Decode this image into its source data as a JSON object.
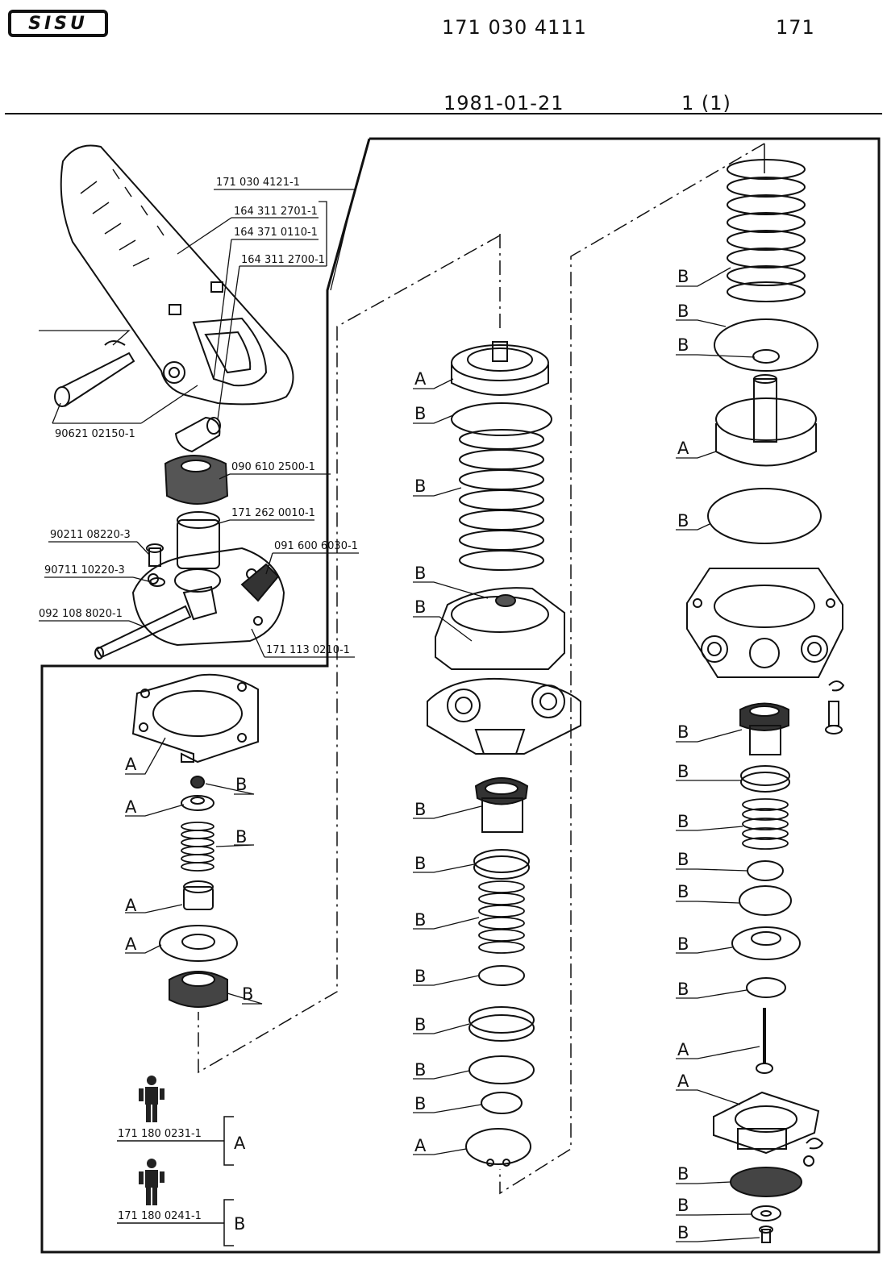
{
  "header": {
    "logo_text": "SISU",
    "doc_number": "171 030 4111",
    "group_code": "171",
    "date": "1981-01-21",
    "page": "1 (1)"
  },
  "part_numbers": {
    "p1": "171 030 4121-1",
    "p2": "164 311 2701-1",
    "p3": "164 371 0110-1",
    "p4": "164 311 2700-1",
    "p5": "90621 02150-1",
    "p6": "090 610 2500-1",
    "p7": "171 262 0010-1",
    "p8": "90211 08220-3",
    "p9": "091 600 6030-1",
    "p10": "90711 10220-3",
    "p11": "092 108 8020-1",
    "p12": "171 113 0210-1"
  },
  "kits": [
    {
      "number": "171 180 0231-1",
      "letter": "A"
    },
    {
      "number": "171 180 0241-1",
      "letter": "B"
    }
  ],
  "column_left_letters": [
    "A",
    "B",
    "A",
    "B",
    "A",
    "A",
    "B"
  ],
  "column_mid_letters": [
    "A",
    "B",
    "B",
    "B",
    "B",
    "B",
    "B",
    "B",
    "B",
    "B",
    "B",
    "B",
    "A"
  ],
  "column_right_letters": [
    "B",
    "B",
    "B",
    "A",
    "B",
    "B",
    "B",
    "B",
    "B",
    "B",
    "B",
    "B",
    "A",
    "A",
    "B",
    "B",
    "B"
  ]
}
